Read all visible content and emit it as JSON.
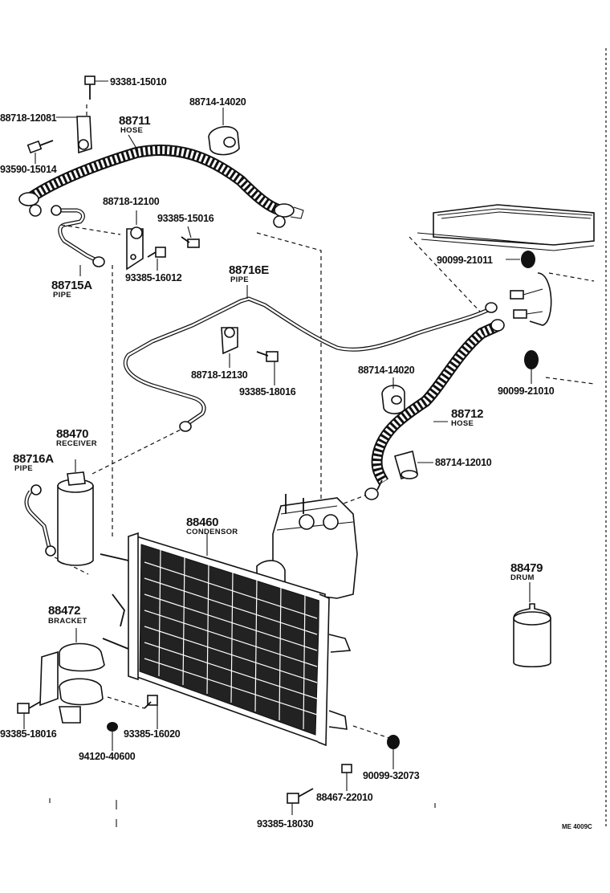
{
  "labels": {
    "p93381_15010": "93381-15010",
    "p88718_12081": "88718-12081",
    "p88711": "88711",
    "p88711_sub": "HOSE",
    "p88714_14020_top": "88714-14020",
    "p93590_15014": "93590-15014",
    "p88718_12100": "88718-12100",
    "p93385_15016": "93385-15016",
    "p93385_16012": "93385-16012",
    "p88715A": "88715A",
    "p88715A_sub": "PIPE",
    "p88716E": "88716E",
    "p88716E_sub": "PIPE",
    "p90099_21011": "90099-21011",
    "p88718_12130": "88718-12130",
    "p93385_18016_mid": "93385-18016",
    "p88714_14020_mid": "88714-14020",
    "p90099_21010": "90099-21010",
    "p88712": "88712",
    "p88712_sub": "HOSE",
    "p88714_12010": "88714-12010",
    "p88470": "88470",
    "p88470_sub": "RECEIVER",
    "p88716A": "88716A",
    "p88716A_sub": "PIPE",
    "p88460": "88460",
    "p88460_sub": "CONDENSOR",
    "p88479": "88479",
    "p88479_sub": "DRUM",
    "p88472": "88472",
    "p88472_sub": "BRACKET",
    "p93385_18016_low": "93385-18016",
    "p93385_16020": "93385-16020",
    "p94120_40600": "94120-40600",
    "p90099_32073": "90099-32073",
    "p88467_22010": "88467-22010",
    "p93385_18030": "93385-18030",
    "drawing_code": "ME 4009C"
  }
}
